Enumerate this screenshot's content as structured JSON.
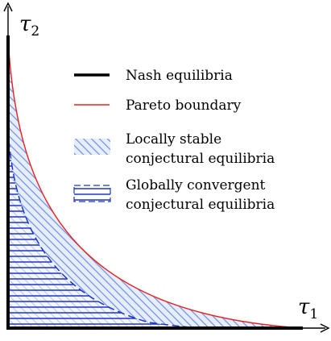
{
  "axes": {
    "x_label": "τ",
    "x_subscript": "1",
    "y_label": "τ",
    "y_subscript": "2"
  },
  "legend": [
    {
      "key": "nash",
      "label_lines": [
        "Nash equilibria"
      ]
    },
    {
      "key": "pareto",
      "label_lines": [
        "Pareto boundary"
      ]
    },
    {
      "key": "local",
      "label_lines": [
        "Locally stable",
        "conjectural equilibria"
      ]
    },
    {
      "key": "global",
      "label_lines": [
        "Globally convergent",
        "conjectural equilibria"
      ]
    }
  ],
  "colors": {
    "nash": "#000000",
    "pareto": "#e8201f",
    "local_hatch": "#6f8fe0",
    "local_fill": "#e6eefc",
    "global_hatch": "#1d34c8",
    "axis": "#000000"
  }
}
